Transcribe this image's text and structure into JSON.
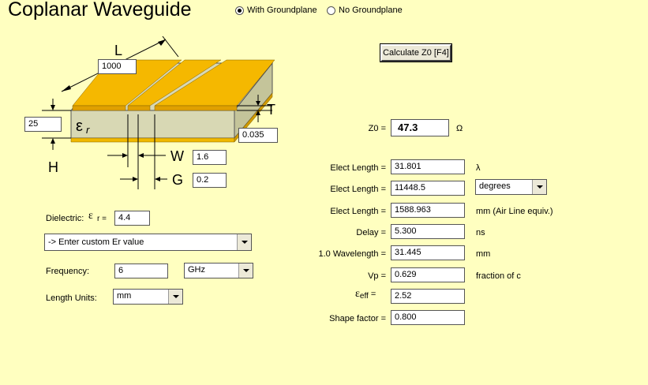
{
  "title": "Coplanar Waveguide",
  "options": {
    "with_groundplane": "With Groundplane",
    "no_groundplane": "No Groundplane",
    "selected": "with"
  },
  "calc_button": "Calculate Z0  [F4]",
  "diagram": {
    "L_label": "L",
    "L_value": "1000",
    "H_label": "H",
    "H_value": "25",
    "T_label": "T",
    "T_value": "0.035",
    "W_label": "W",
    "W_value": "1.6",
    "G_label": "G",
    "G_value": "0.2",
    "er_symbol": "ε",
    "er_sub": "r"
  },
  "dielectric": {
    "label": "Dielectric:",
    "symbol": "ε",
    "sub": "r =",
    "value": "4.4",
    "material": "-> Enter custom Er value"
  },
  "frequency": {
    "label": "Frequency:",
    "value": "6",
    "unit": "GHz"
  },
  "length_units": {
    "label": "Length Units:",
    "value": "mm"
  },
  "results": {
    "z0": {
      "label": "Z0 =",
      "value": "47.3",
      "unit": "Ω"
    },
    "elect_length_1": {
      "label": "Elect Length =",
      "value": "31.801",
      "unit": "λ"
    },
    "elect_length_2": {
      "label": "Elect Length =",
      "value": "11448.5",
      "unit": "degrees"
    },
    "elect_length_3": {
      "label": "Elect Length =",
      "value": "1588.963",
      "unit": "mm  (Air Line equiv.)"
    },
    "delay": {
      "label": "Delay =",
      "value": "5.300",
      "unit": "ns"
    },
    "wavelength": {
      "label": "1.0 Wavelength =",
      "value": "31.445",
      "unit": "mm"
    },
    "vp": {
      "label": "Vp =",
      "value": "0.629",
      "unit": "fraction of c"
    },
    "eeff": {
      "symbol": "ε",
      "sub": "eff",
      "eq": " =",
      "value": "2.52"
    },
    "shape_factor": {
      "label": "Shape factor =",
      "value": "0.800"
    }
  }
}
